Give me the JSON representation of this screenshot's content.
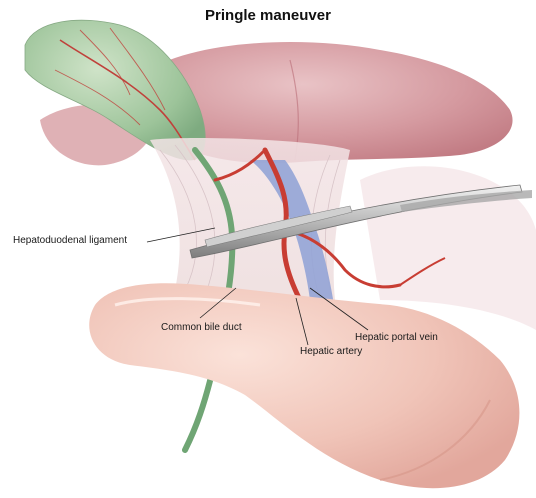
{
  "figure": {
    "title": "Pringle maneuver",
    "labels": {
      "ligament": "Hepatoduodenal ligament",
      "bile_duct": "Common bile duct",
      "artery": "Hepatic artery",
      "portal_vein": "Hepatic portal vein"
    }
  }
}
